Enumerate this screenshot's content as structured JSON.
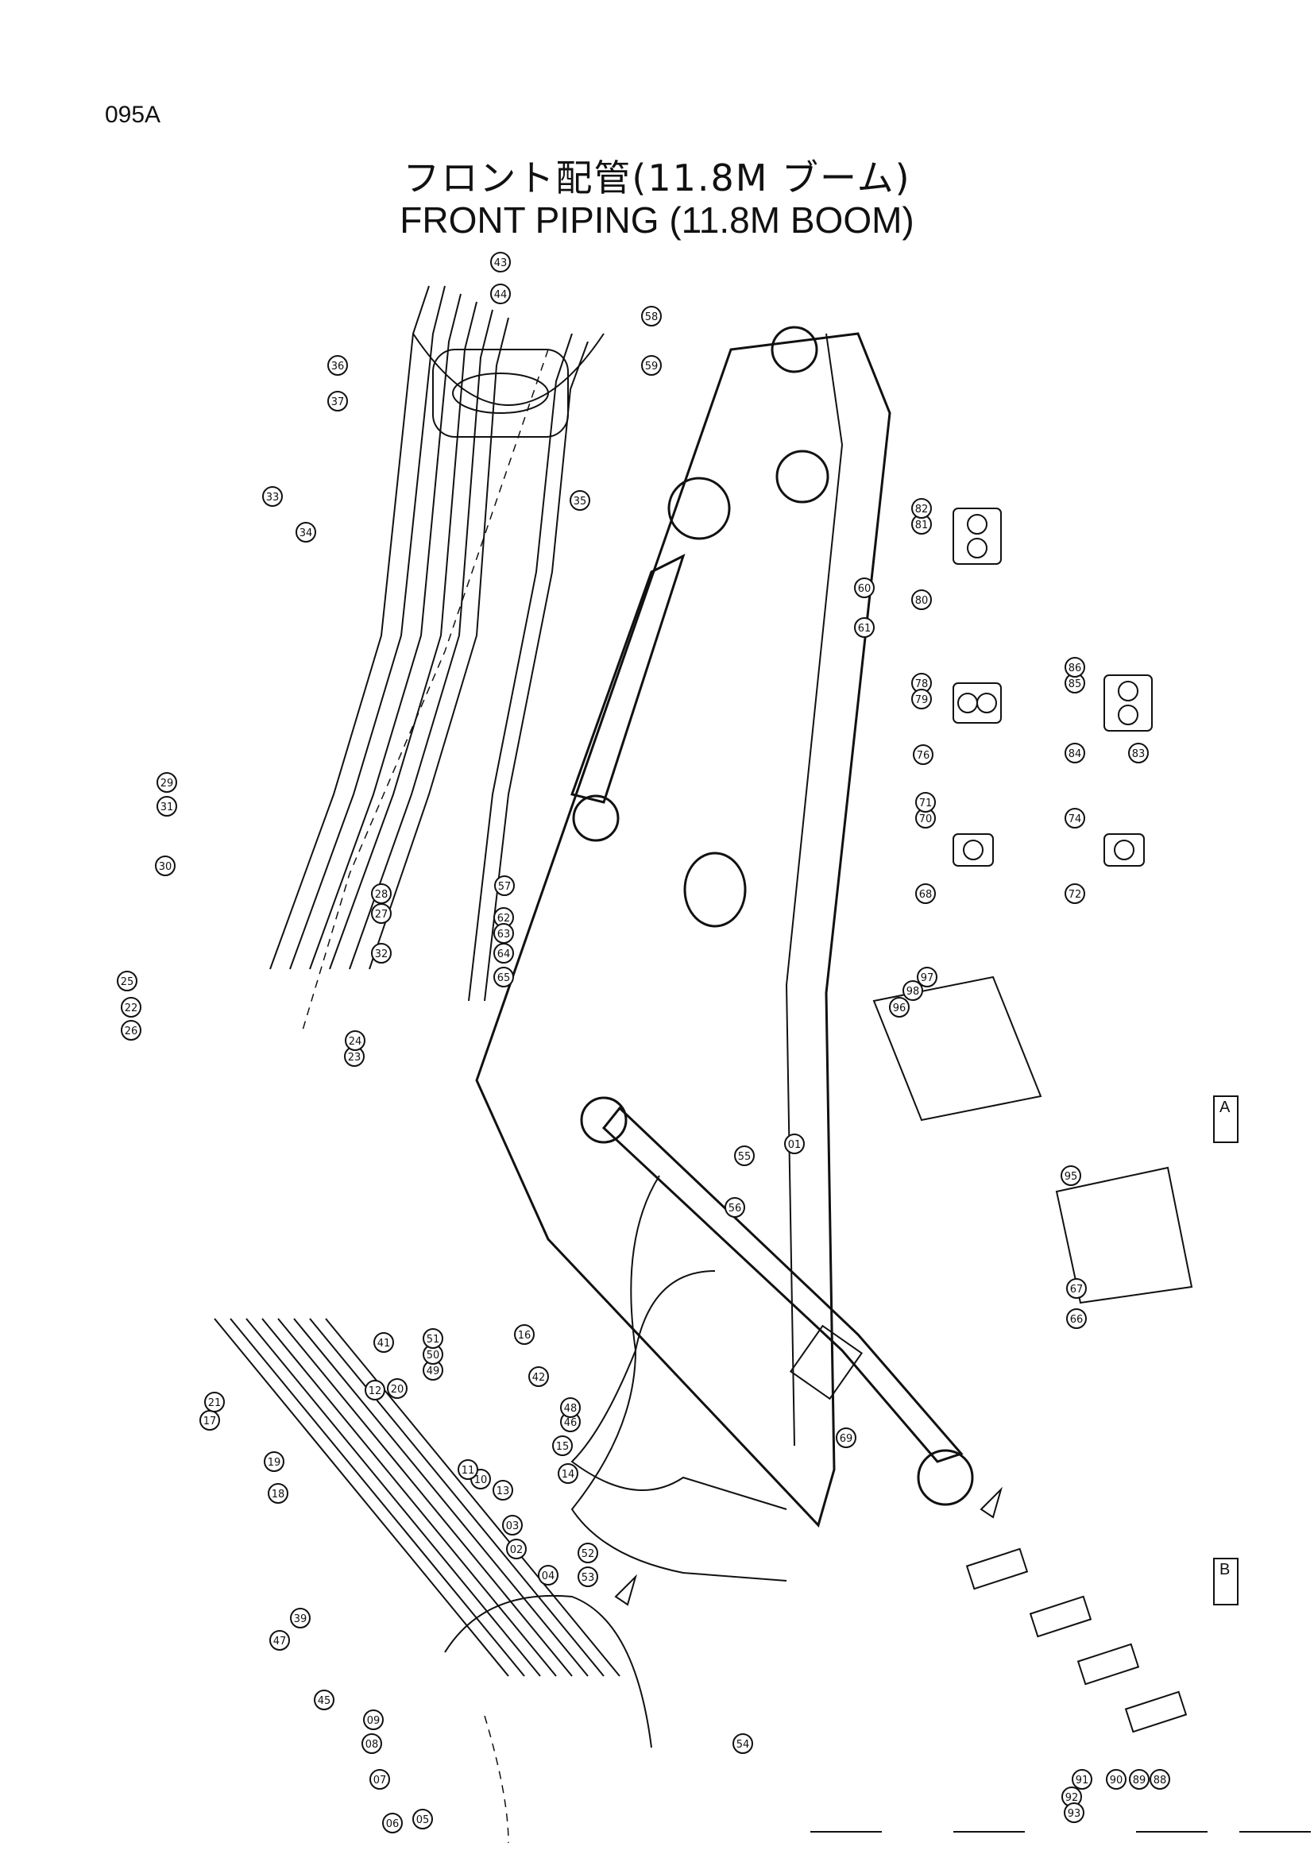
{
  "header": {
    "page_code": "095A",
    "title_jp": "フロント配管(11.8M ブーム)",
    "title_en": "FRONT    PIPING (11.8M    BOOM)"
  },
  "callouts": [
    "01",
    "02",
    "03",
    "04",
    "05",
    "06",
    "07",
    "08",
    "09",
    "10",
    "11",
    "12",
    "13",
    "14",
    "15",
    "16",
    "17",
    "18",
    "19",
    "20",
    "21",
    "22",
    "23",
    "24",
    "25",
    "26",
    "27",
    "28",
    "29",
    "30",
    "31",
    "32",
    "33",
    "34",
    "35",
    "36",
    "37",
    "39",
    "41",
    "42",
    "43",
    "44",
    "45",
    "46",
    "47",
    "48",
    "49",
    "50",
    "51",
    "52",
    "53",
    "54",
    "55",
    "56",
    "57",
    "58",
    "59",
    "60",
    "61",
    "62",
    "63",
    "64",
    "65",
    "66",
    "67",
    "68",
    "69",
    "70",
    "71",
    "72",
    "74",
    "76",
    "78",
    "79",
    "80",
    "81",
    "82",
    "83",
    "84",
    "85",
    "86",
    "88",
    "89",
    "90",
    "91",
    "92",
    "93",
    "95",
    "96",
    "97",
    "98"
  ],
  "section_tags": {
    "a": "A",
    "b": "B"
  },
  "icons": [
    "section-arrow-icon"
  ]
}
